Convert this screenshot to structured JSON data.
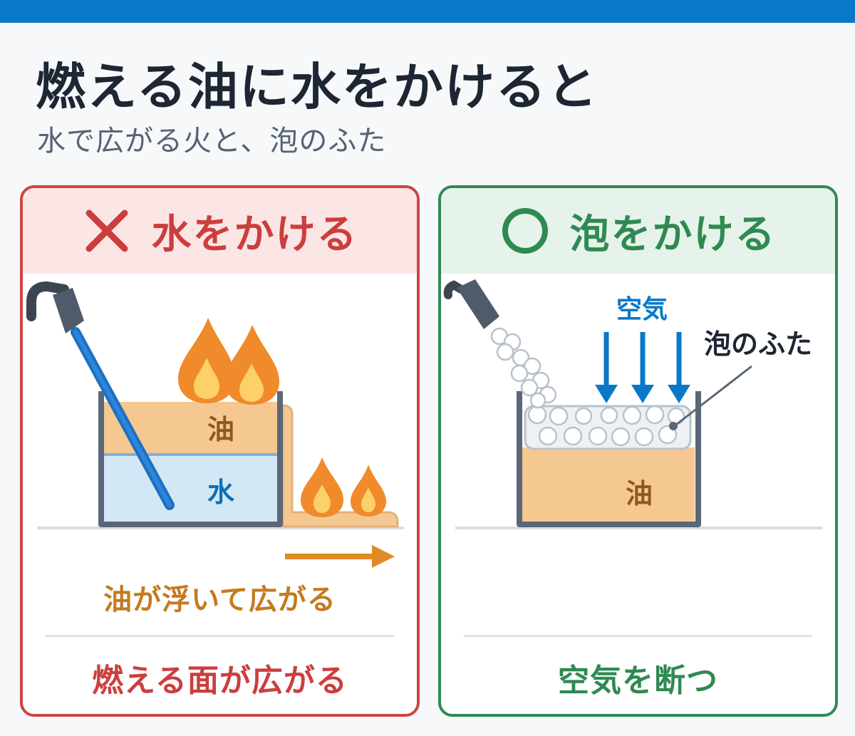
{
  "header": {
    "title": "燃える油に水をかけると",
    "subtitle": "水で広がる火と、泡のふた"
  },
  "left_panel": {
    "heading": "水をかける",
    "mark_icon": "cross-icon",
    "oil_label": "油",
    "water_label": "水",
    "spread_caption": "油が浮いて広がる",
    "result_caption": "燃える面が広がる",
    "color": "#cd4444"
  },
  "right_panel": {
    "heading": "泡をかける",
    "mark_icon": "circle-icon",
    "air_label": "空気",
    "foam_label": "泡のふた",
    "oil_label": "油",
    "result_caption": "空気を断つ",
    "color": "#2f8a52"
  },
  "colors": {
    "brand_blue": "#0a78c8",
    "oil": "#f5c891",
    "water": "#d4e7f4",
    "flame_outer": "#f08a2a",
    "flame_inner": "#fdd06a"
  }
}
